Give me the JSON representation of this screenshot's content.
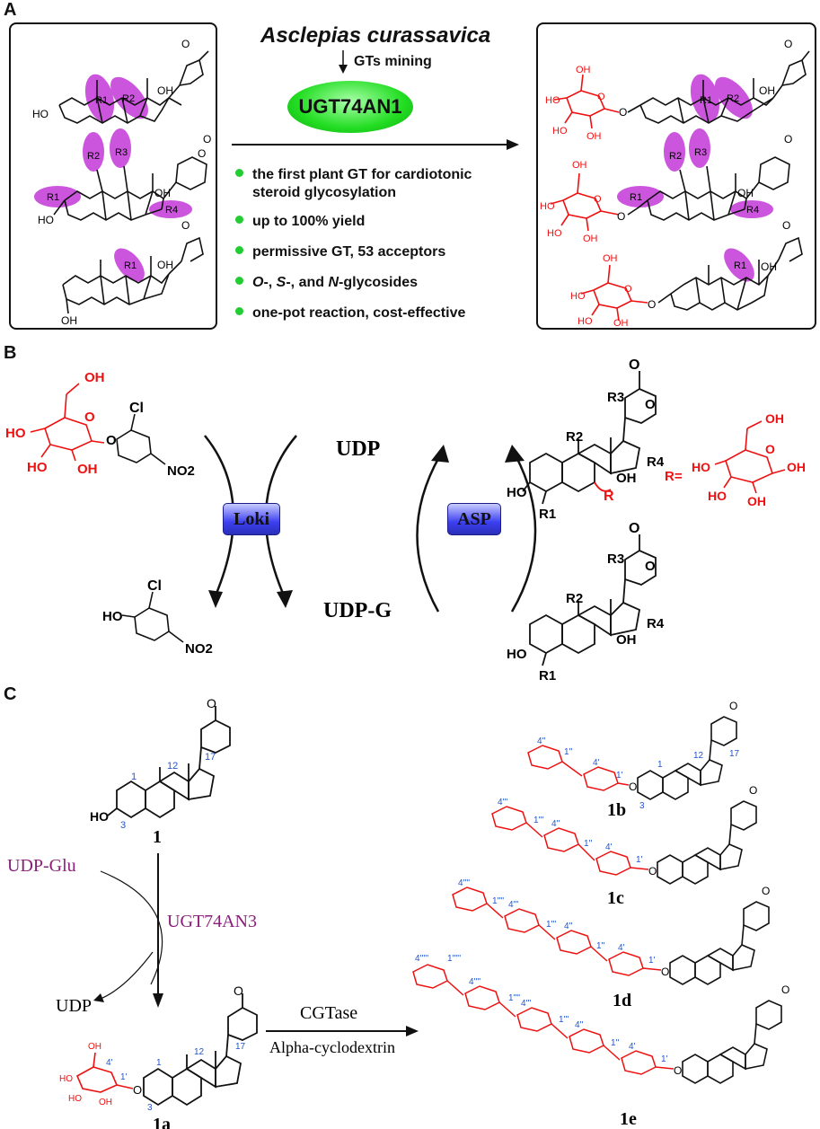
{
  "panelA": {
    "letter": "A",
    "source_species": "Asclepias curassavica",
    "mining_step": "GTs mining",
    "enzyme": "UGT74AN1",
    "features": [
      "the first plant GT for cardiotonic steroid glycosylation",
      "up to 100% yield",
      "permissive GT, 53 acceptors",
      "O-, S-, and N-glycosides",
      "one-pot reaction, cost-effective"
    ],
    "feature_lines": [
      "the first plant GT for cardiotonic",
      "steroid glycosylation",
      "up to 100% yield",
      "permissive GT, 53 acceptors",
      "-, ",
      "-, and ",
      "-glycosides",
      "one-pot reaction, cost-effective"
    ],
    "italic_letters": [
      "O",
      "S",
      "N"
    ],
    "atom_labels": {
      "HO": "HO",
      "OH": "OH",
      "O": "O",
      "R1": "R1",
      "R2": "R2",
      "R3": "R3",
      "R4": "R4"
    }
  },
  "panelB": {
    "letter": "B",
    "enzymes": [
      "Loki",
      "ASP"
    ],
    "cofactors": [
      "UDP",
      "UDP-G"
    ],
    "donor_substituents": [
      "Cl",
      "NO2"
    ],
    "r_definition": "R=",
    "labels": {
      "R": "R",
      "R1": "R1",
      "R2": "R2",
      "R3": "R3",
      "R4": "R4",
      "OH": "OH",
      "HO": "HO",
      "O": "O"
    }
  },
  "panelC": {
    "letter": "C",
    "substrate": "1",
    "donor": "UDP-Glu",
    "enzyme1": "UGT74AN3",
    "byproduct": "UDP",
    "enzyme2": "CGTase",
    "cosubstrate": "Alpha-cyclodextrin",
    "products": [
      "1a",
      "1b",
      "1c",
      "1d",
      "1e"
    ],
    "numbering": [
      "1",
      "3",
      "12",
      "17",
      "1'",
      "4'",
      "1''",
      "4''",
      "1'''",
      "4'''",
      "1''''",
      "4''''",
      "1'''''",
      "4'''''"
    ]
  },
  "colors": {
    "sugar": "#ee1111",
    "highlight": "#cc55dd",
    "enzyme_green": "#22dd22",
    "enzyme_blue": "#3c3ff0",
    "numbering_blue": "#2255cc",
    "reagent_purple": "#8a1f7a",
    "bullet_green": "#22cc33"
  }
}
